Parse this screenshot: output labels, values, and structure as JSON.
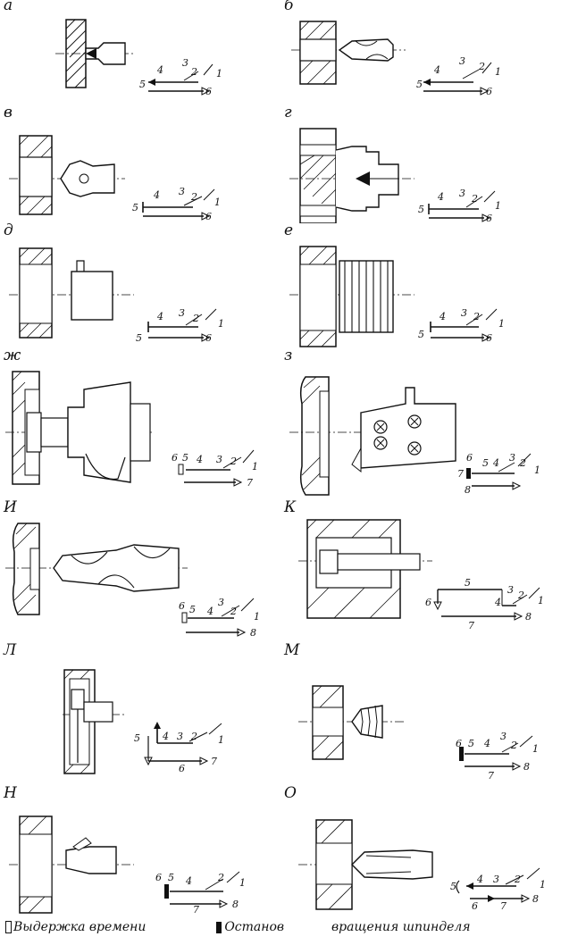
{
  "panels": [
    {
      "id": "a",
      "label": "а",
      "numbers": [
        "1",
        "2",
        "3",
        "4",
        "5",
        "6"
      ]
    },
    {
      "id": "b",
      "label": "б",
      "numbers": [
        "1",
        "2",
        "3",
        "4",
        "5",
        "6"
      ]
    },
    {
      "id": "v",
      "label": "в",
      "numbers": [
        "1",
        "2",
        "3",
        "4",
        "5",
        "6"
      ]
    },
    {
      "id": "g",
      "label": "г",
      "numbers": [
        "1",
        "2",
        "3",
        "4",
        "5",
        "6"
      ]
    },
    {
      "id": "d",
      "label": "д",
      "numbers": [
        "1",
        "2",
        "3",
        "4",
        "5",
        "6"
      ]
    },
    {
      "id": "e",
      "label": "е",
      "numbers": [
        "1",
        "2",
        "3",
        "4",
        "5",
        "6"
      ]
    },
    {
      "id": "zh",
      "label": "ж",
      "numbers": [
        "1",
        "2",
        "3",
        "4",
        "5",
        "6",
        "7"
      ]
    },
    {
      "id": "z",
      "label": "з",
      "numbers": [
        "1",
        "2",
        "3",
        "4",
        "5",
        "6",
        "7",
        "8"
      ]
    },
    {
      "id": "i",
      "label": "И",
      "numbers": [
        "1",
        "2",
        "3",
        "4",
        "5",
        "6",
        "8"
      ]
    },
    {
      "id": "k",
      "label": "К",
      "numbers": [
        "1",
        "2",
        "3",
        "4",
        "5",
        "6",
        "7",
        "8"
      ]
    },
    {
      "id": "l",
      "label": "Л",
      "numbers": [
        "1",
        "2",
        "3",
        "4",
        "5",
        "6",
        "7"
      ]
    },
    {
      "id": "m",
      "label": "М",
      "numbers": [
        "1",
        "2",
        "3",
        "4",
        "5",
        "6",
        "7",
        "8"
      ]
    },
    {
      "id": "n",
      "label": "Н",
      "numbers": [
        "1",
        "2",
        "4",
        "5",
        "6",
        "7",
        "8"
      ]
    },
    {
      "id": "o",
      "label": "О",
      "numbers": [
        "1",
        "2",
        "3",
        "4",
        "5",
        "6",
        "7",
        "8"
      ]
    }
  ],
  "legend": {
    "dwell_label": "Выдержка времени",
    "stop_label": "Останов",
    "spindle_label": "вращения шпинделя"
  }
}
